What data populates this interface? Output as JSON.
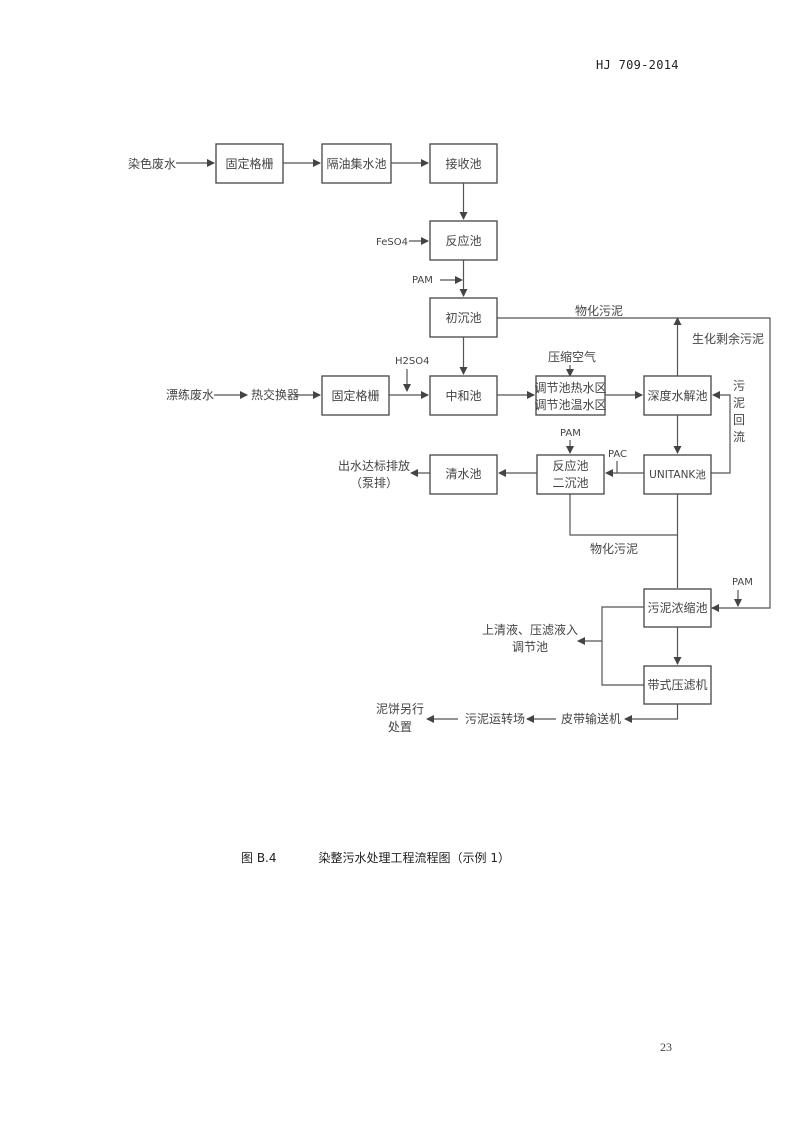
{
  "header": {
    "doc_code": "HJ 709-2014"
  },
  "figure": {
    "number": "图 B.4",
    "title": "染整污水处理工程流程图（示例 1）"
  },
  "footer": {
    "page_number": "23"
  },
  "flow": {
    "inputs": {
      "dye_wastewater": "染色废水",
      "bleach_wastewater": "漂练废水",
      "feso4": "FeSO4",
      "pam_1": "PAM",
      "h2so4": "H2SO4",
      "compressed_air": "压缩空气",
      "pam_2": "PAM",
      "pac": "PAC",
      "pam_3": "PAM"
    },
    "boxes": {
      "fixed_grille_1": "固定格栅",
      "oil_sep_tank": "隔油集水池",
      "receiving_tank": "接收池",
      "reaction_tank_1": "反应池",
      "primary_settling": "初沉池",
      "heat_exchanger": "热交换器",
      "fixed_grille_2": "固定格栅",
      "neutralization": "中和池",
      "equalization_line1": "调节池热水区",
      "equalization_line2": "调节池温水区",
      "deep_hydrolysis": "深度水解池",
      "unitank": "UNITANK池",
      "reaction_secondary_line1": "反应池",
      "reaction_secondary_line2": "二沉池",
      "clear_water": "清水池",
      "sludge_thickener": "污泥浓缩池",
      "belt_filter_press": "带式压滤机",
      "belt_conveyor": "皮带输送机",
      "sludge_transfer": "污泥运转场"
    },
    "labels": {
      "physchem_sludge_top": "物化污泥",
      "bio_excess_sludge": "生化剩余污泥",
      "sludge_return": [
        "污",
        "泥",
        "回",
        "流"
      ],
      "physchem_sludge_mid": "物化污泥",
      "effluent_line1": "出水达标排放",
      "effluent_line2": "（泵排）",
      "supernatant_line1": "上清液、压滤液入",
      "supernatant_line2": "调节池",
      "sludge_cake_line1": "泥饼另行",
      "sludge_cake_line2": "处置"
    }
  }
}
